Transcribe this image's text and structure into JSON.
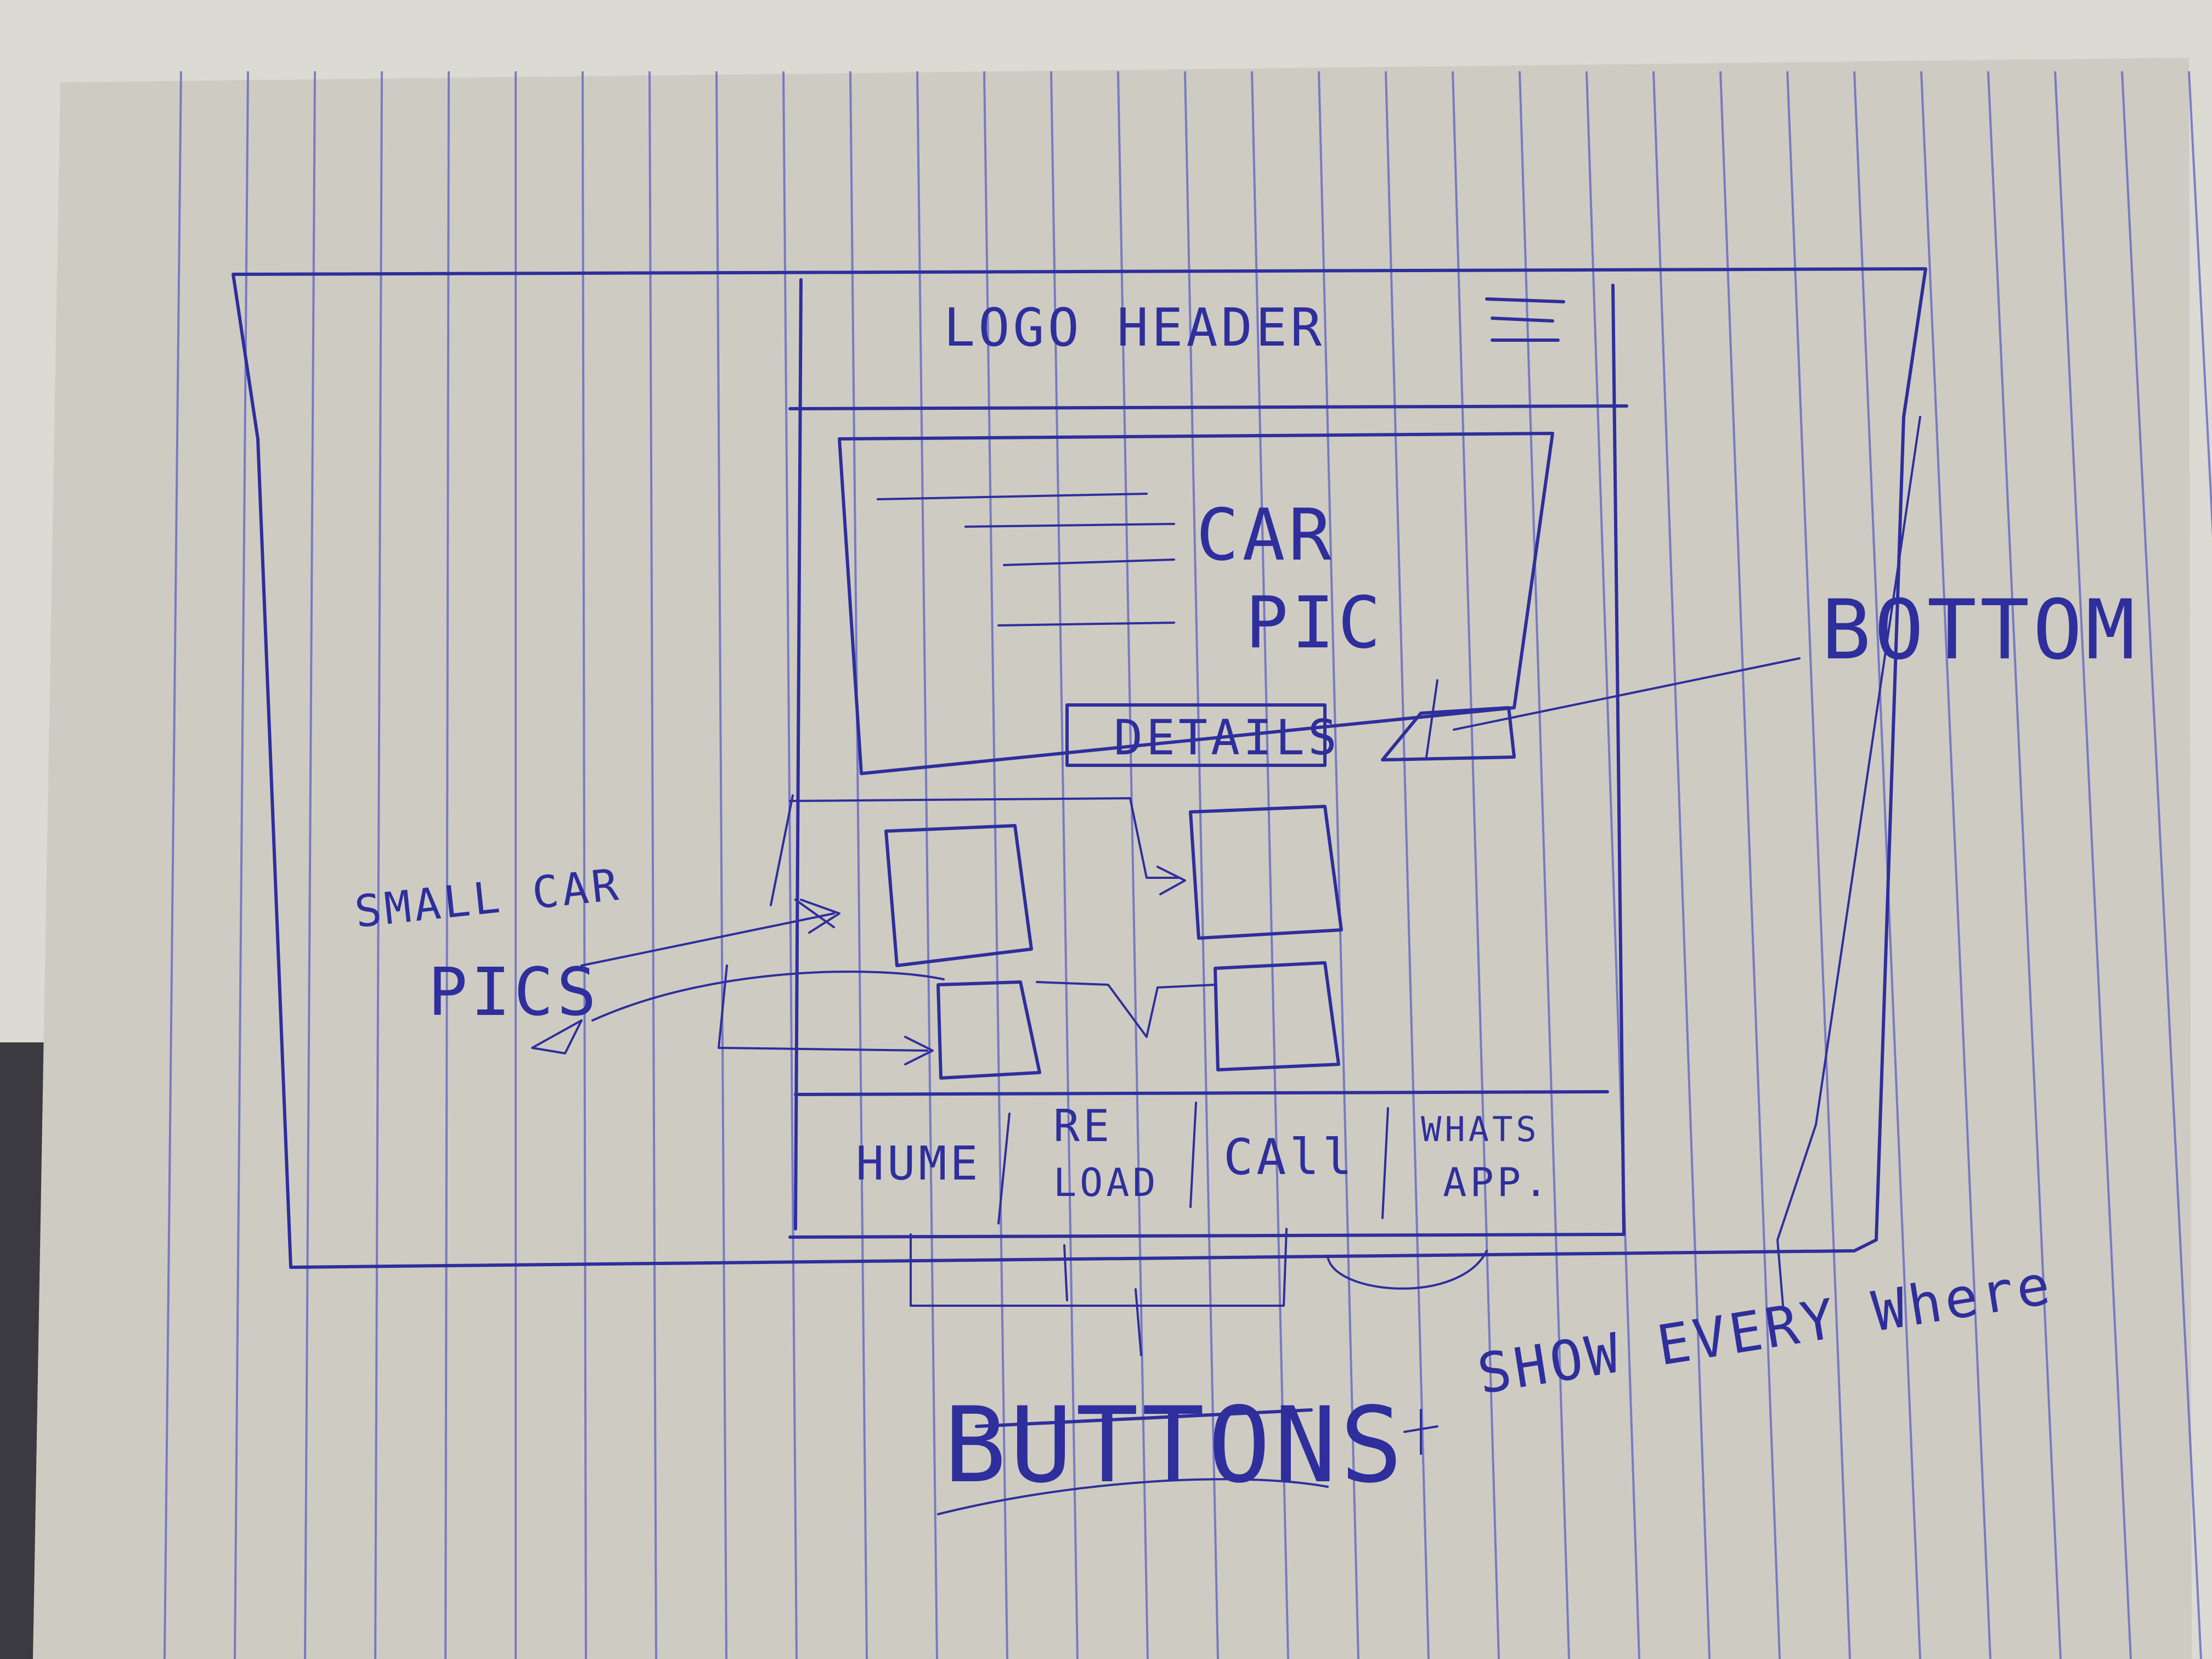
{
  "sketch": {
    "header_label": "LOGO HEADER",
    "hero": {
      "line1": "CAR",
      "line2": "PIC",
      "details_button": "DETAILS"
    },
    "bottom_annotation": "BOTTOM",
    "small_pics_annotation_line1": "SMALL CAR",
    "small_pics_annotation_line2": "PICS",
    "nav": {
      "home": "HUME",
      "reload_line1": "RE",
      "reload_line2": "LOAD",
      "call": "CAll",
      "whatsapp_line1": "WHATS",
      "whatsapp_line2": "APP."
    },
    "buttons_annotation": "BUTTONS",
    "show_everywhere_annotation": "SHOW EVERY Where"
  },
  "colors": {
    "paper": "#cfcdc4",
    "ink": "#2e2f9c",
    "rule": "#5c5fc4",
    "background": "#d9d8d0"
  }
}
